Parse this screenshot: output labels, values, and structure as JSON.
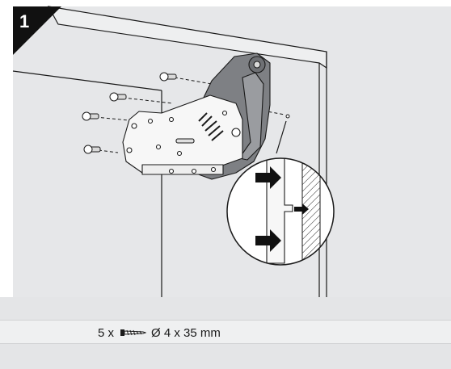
{
  "step": {
    "number": "1"
  },
  "spec": {
    "quantity": "5 x",
    "screw_icon": "screw-icon",
    "size": "Ø 4 x 35 mm"
  },
  "colors": {
    "background": "#ffffff",
    "panel": "#e6e7e9",
    "metal": "#f7f7f7",
    "dark_part": "#7e8084",
    "outline": "#1a1a1a",
    "band": "#e4e5e7"
  }
}
